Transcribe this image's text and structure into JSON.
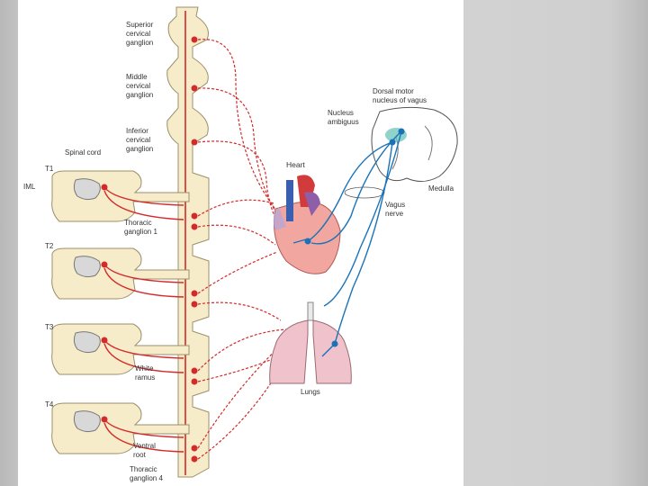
{
  "labels": {
    "superior": [
      "Superior",
      "cervical",
      "ganglion"
    ],
    "middle": [
      "Middle",
      "cervical",
      "ganglion"
    ],
    "inferior": [
      "Inferior",
      "cervical",
      "ganglion"
    ],
    "spinal_cord": "Spinal cord",
    "t1": "T1",
    "iml": "IML",
    "thoracic1": [
      "Thoracic",
      "ganglion 1"
    ],
    "t2": "T2",
    "t3": "T3",
    "white_ramus": [
      "White",
      "ramus"
    ],
    "t4": "T4",
    "ventral_root": [
      "Ventral",
      "root"
    ],
    "thoracic4": [
      "Thoracic",
      "ganglion 4"
    ],
    "heart": "Heart",
    "dorsal_motor": [
      "Dorsal motor",
      "nucleus of vagus"
    ],
    "nucleus_ambiguus": [
      "Nucleus",
      "ambiguus"
    ],
    "medulla": "Medulla",
    "vagus": [
      "Vagus",
      "nerve"
    ],
    "lungs": "Lungs"
  },
  "colors": {
    "sympathetic": "#d42a2a",
    "parasympathetic": "#1a73b8",
    "chain_fill": "#f6ecc9",
    "chain_stroke": "#9c8f6a",
    "heart_fill": "#f2a6a0",
    "lung_fill": "#f0c2cc"
  }
}
